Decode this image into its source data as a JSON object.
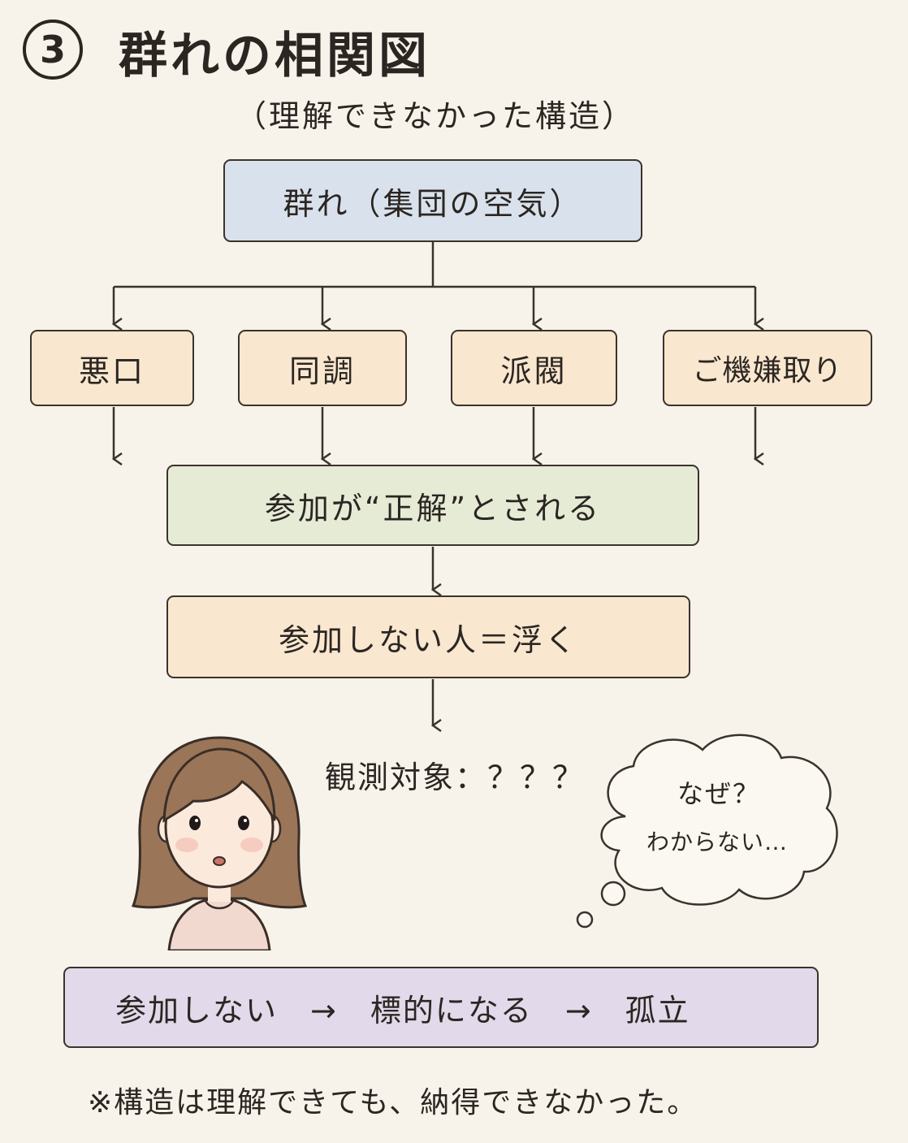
{
  "header": {
    "number": "3",
    "title": "群れの相関図",
    "subtitle": "（理解できなかった構造）"
  },
  "diagram": {
    "root": "群れ（集団の空気）",
    "categories": [
      "悪口",
      "同調",
      "派閥",
      "ご機嫌取り"
    ],
    "result": "参加が“正解”とされる",
    "consequence": "参加しない人＝浮く"
  },
  "observer": {
    "label": "観測対象：？？？",
    "thought_line1": "なぜ？",
    "thought_line2": "わからない…"
  },
  "summary": {
    "text": "参加しない　→　標的になる　→　孤立"
  },
  "footnote": "※構造は理解できても、納得できなかった。",
  "colors": {
    "background": "#f7f3ea",
    "root_box": "#d9e2ec",
    "category_box": "#f9e7cf",
    "result_box": "#e6ebd6",
    "summary_box": "#e2d9ea",
    "line": "#3a332d"
  }
}
